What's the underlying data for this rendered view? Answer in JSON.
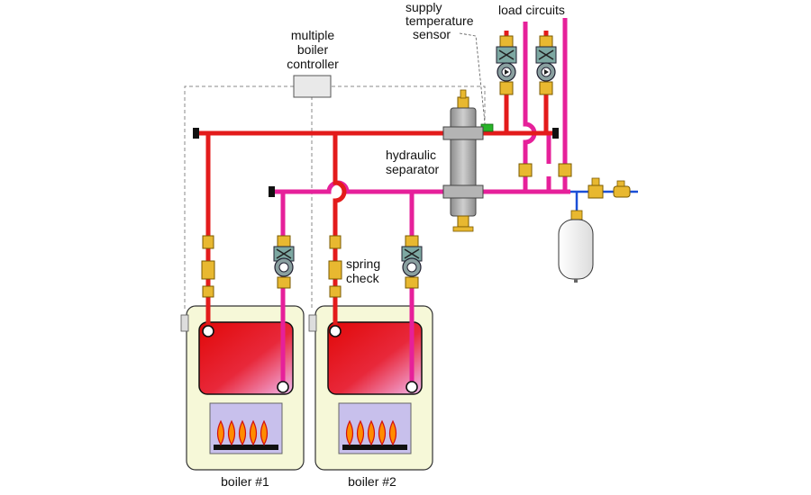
{
  "labels": {
    "controller_line1": "multiple",
    "controller_line2": "boiler",
    "controller_line3": "controller",
    "sensor_line1": "supply",
    "sensor_line2": "temperature",
    "sensor_line3": "sensor",
    "load_circuits": "load circuits",
    "separator_line1": "hydraulic",
    "separator_line2": "separator",
    "spring_line1": "spring",
    "spring_line2": "check",
    "boiler1": "boiler #1",
    "boiler2": "boiler #2"
  },
  "colors": {
    "supply_pipe": "#e31b1b",
    "return_pipe": "#e6209a",
    "boiler_cabinet": "#f6f8d8",
    "brass": "#e8b830",
    "separator": "#a8a8a8",
    "pump_body": "#7da8a2",
    "expansion_tank": "#f2f2f2",
    "cold_water": "#1a4fd6",
    "sensor": "#28b428",
    "flame": "#ff8c00"
  }
}
